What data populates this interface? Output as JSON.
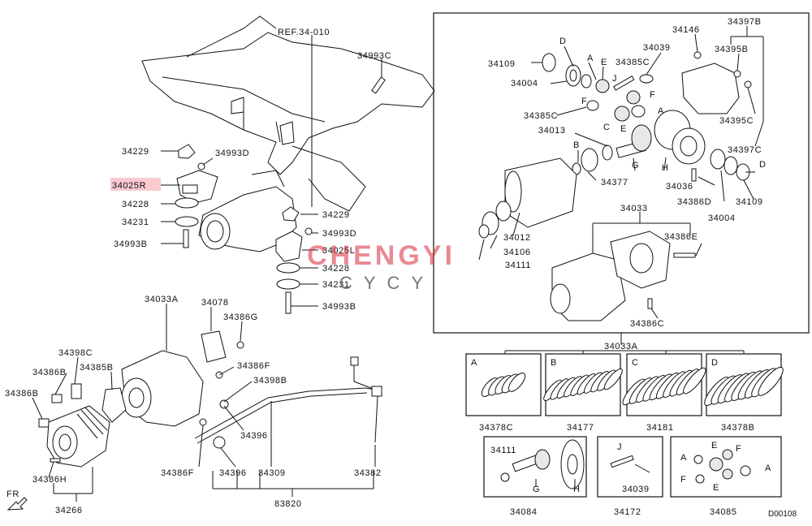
{
  "diagram": {
    "top_left_labels": {
      "ref": "REF.34-010",
      "p34993C": "34993C",
      "p34229a": "34229",
      "p34993Da": "34993D",
      "p34025R": "34025R",
      "p34228a": "34228",
      "p34231a": "34231",
      "p34993Ba": "34993B",
      "p34229b": "34229",
      "p34993Db": "34993D",
      "p34025L": "34025L",
      "p34228b": "34228",
      "p34231b": "34231",
      "p34993Bb": "34993B"
    },
    "right_box_labels": {
      "p34109a": "34109",
      "D1": "D",
      "A1": "A",
      "E1": "E",
      "p34039": "34039",
      "p34146": "34146",
      "p34397B": "34397B",
      "p34395B": "34395B",
      "p34004a": "34004",
      "J1": "J",
      "p34385Ca": "34385C",
      "F1": "F",
      "p34385Cb": "34385C",
      "F2": "F",
      "A2": "A",
      "p34395C": "34395C",
      "p34013": "34013",
      "C1": "C",
      "E2": "E",
      "p34397C": "34397C",
      "B1": "B",
      "G1": "G",
      "H1": "H",
      "D2": "D",
      "p34377": "34377",
      "p34036": "34036",
      "p34386D": "34386D",
      "p34109b": "34109",
      "p34033": "34033",
      "p34004b": "34004",
      "p34012": "34012",
      "p34386E": "34386E",
      "p34106": "34106",
      "p34111": "34111",
      "p34386C": "34386C"
    },
    "bottom_left_labels": {
      "p34033A": "34033A",
      "p34078": "34078",
      "p34386G": "34386G",
      "p34398C": "34398C",
      "p34386Ba": "34386B",
      "p34385B": "34385B",
      "p34386F": "34386F",
      "p34398B": "34398B",
      "p34386Bb": "34386B",
      "p34396a": "34396",
      "p34386Fb": "34386F",
      "p34396b": "34396",
      "p34309": "34309",
      "p34382": "34382",
      "p34386H": "34386H",
      "p34266": "34266",
      "p83820": "83820",
      "fr": "FR"
    },
    "kit_labels": {
      "p34033A": "34033A",
      "A": "A",
      "B": "B",
      "C": "C",
      "D": "D",
      "p34378C": "34378C",
      "p34177": "34177",
      "p34181": "34181",
      "p34378B": "34378B",
      "p34111": "34111",
      "G": "G",
      "H": "H",
      "J": "J",
      "p34039": "34039",
      "A2": "A",
      "E": "E",
      "F": "F",
      "F2": "F",
      "E2": "E",
      "A3": "A",
      "p34084": "34084",
      "p34172": "34172",
      "p34085": "34085",
      "code": "D00108"
    },
    "watermark": {
      "main": "CHENGYI",
      "sub": "CYCY"
    }
  }
}
